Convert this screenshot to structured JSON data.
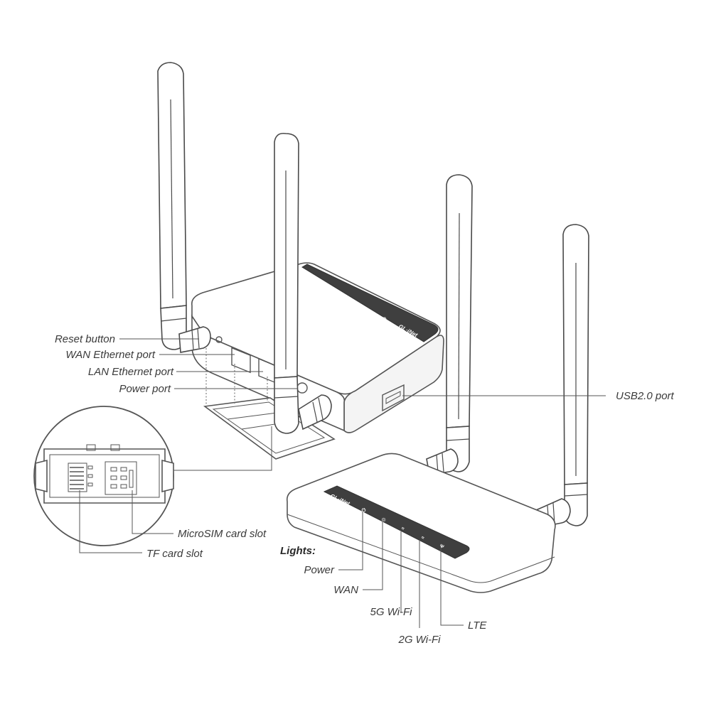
{
  "device": {
    "brand": "GL·iNet",
    "lights_heading": "Lights:",
    "rear_ports": {
      "reset": "Reset button",
      "wan_port": "WAN Ethernet port",
      "lan_port": "LAN Ethernet port",
      "power_port": "Power port",
      "usb_port": "USB2.0 port"
    },
    "card_slots": {
      "microsim": "MicroSIM card slot",
      "tf": "TF card slot"
    },
    "lights": [
      {
        "id": "power",
        "label": "Power"
      },
      {
        "id": "wan",
        "label": "WAN"
      },
      {
        "id": "wifi5g",
        "label": "5G Wi-Fi"
      },
      {
        "id": "wifi2g",
        "label": "2G Wi-Fi"
      },
      {
        "id": "lte",
        "label": "LTE"
      }
    ]
  },
  "icons": {
    "power_icon": "power-icon",
    "wan_icon": "globe-icon",
    "wifi_icon": "wifi-icon",
    "lte_icon": "signal-icon",
    "antenna": "antenna-icon",
    "sim_tray": "sim-tray-icon"
  },
  "colors": {
    "line": "#555555",
    "panel": "#3f3f3f",
    "background": "#ffffff"
  }
}
